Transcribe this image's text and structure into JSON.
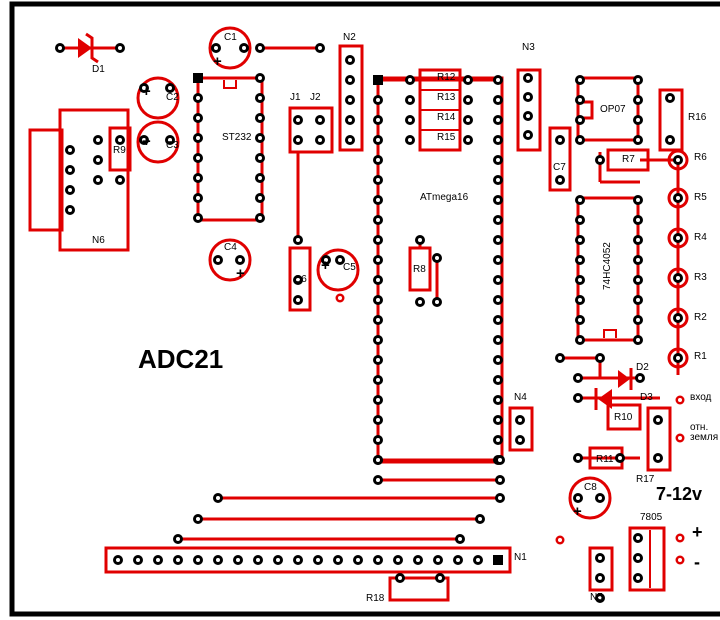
{
  "title": "ADC21",
  "power_label": "7-12v",
  "chips": {
    "u_st232": "ST232",
    "u_mcu": "ATmega16",
    "u_mux": "74HC4052",
    "u_opamp": "OP07",
    "u_reg": "7805"
  },
  "connectors": {
    "j1": "J1",
    "j2": "J2",
    "n1": "N1",
    "n2": "N2",
    "n3": "N3",
    "n4": "N4",
    "n5": "N5",
    "n6": "N6"
  },
  "caps": {
    "c1": "C1",
    "c2": "C2",
    "c3": "C3",
    "c4": "C4",
    "c5": "C5",
    "c6": "C6",
    "c7": "C7",
    "c8": "C8"
  },
  "resistors": {
    "r1": "R1",
    "r2": "R2",
    "r3": "R3",
    "r4": "R4",
    "r5": "R5",
    "r6": "R6",
    "r7": "R7",
    "r8": "R8",
    "r9": "R9",
    "r10": "R10",
    "r11": "R11",
    "r12": "R12",
    "r13": "R13",
    "r14": "R14",
    "r15": "R15",
    "r16": "R16",
    "r17": "R17",
    "r18": "R18"
  },
  "diodes": {
    "d1": "D1",
    "d2": "D2",
    "d3": "D3"
  },
  "terminals": {
    "input": "вход",
    "common_top": "отн.",
    "common_bottom": "земля",
    "plus": "+",
    "minus": "-"
  },
  "polarity_mark": "+",
  "colors": {
    "trace": "#e00000",
    "outline": "#000000",
    "pad": "#000000",
    "background": "#ffffff"
  }
}
